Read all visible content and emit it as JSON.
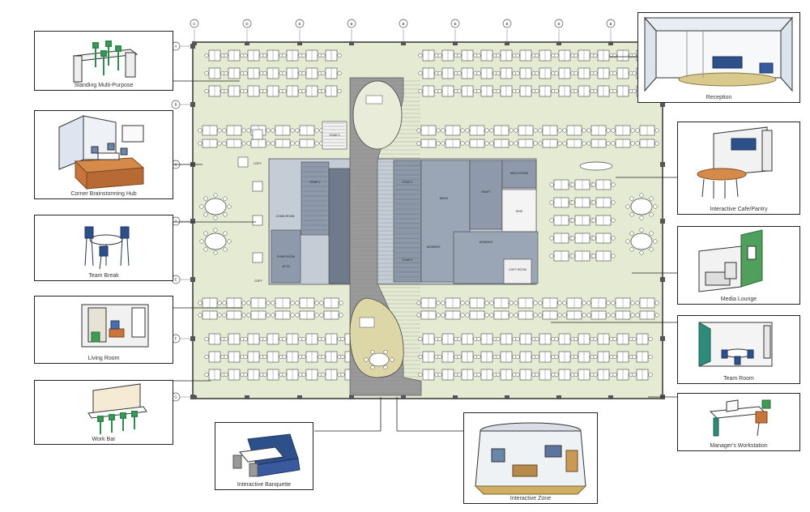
{
  "vignettes": {
    "standing": {
      "caption": "Standing Multi-Purpose"
    },
    "brainstorm": {
      "caption": "Corner Brainstorming Hub"
    },
    "teambreak": {
      "caption": "Team Break"
    },
    "livingroom": {
      "caption": "Living Room"
    },
    "workbar": {
      "caption": "Work Bar"
    },
    "banquette": {
      "caption": "Interactive Banquette"
    },
    "zone": {
      "caption": "Interactive Zone"
    },
    "reception": {
      "caption": "Reception"
    },
    "cafe": {
      "caption": "Interactive Cafe/Pantry"
    },
    "media": {
      "caption": "Media Lounge"
    },
    "teamroom": {
      "caption": "Team Room"
    },
    "manager": {
      "caption": "Manager's Workstation"
    }
  },
  "grid": {
    "columns": [
      "C",
      "D",
      "E",
      "B",
      "B",
      "B",
      "B",
      "B",
      "B"
    ],
    "rows": [
      "A",
      "B",
      "C",
      "D",
      "E",
      "F",
      "G"
    ]
  },
  "rooms": {
    "stair1": "STAIR 1",
    "stair2": "STAIR 2",
    "stair3": "STAIR 3",
    "stair4": "STAIR 4",
    "comm": "COMM ROOM",
    "pump": "PUMP ROOM",
    "pump_no": "4E-03",
    "copy1": "COPY",
    "copy2": "COPY",
    "copy_room": "COPY ROOM",
    "mech": "MECH ROOM",
    "men": "MEN'S",
    "women": "WOMEN'S",
    "womens2": "WOMEN'S",
    "shaft": "SHAFT",
    "sink": "SINK"
  },
  "colors": {
    "floor": "#e4ebd2",
    "core": "#8e9aab",
    "core_dark": "#6f7b8c",
    "spine": "#9a9a9a",
    "zone_floor": "#ddd7a8",
    "furniture": "#ffffff",
    "line": "#333333",
    "teal": "#4a8c7a",
    "navy": "#3a5aa0",
    "wood": "#c8743a",
    "green": "#3f9a55"
  }
}
